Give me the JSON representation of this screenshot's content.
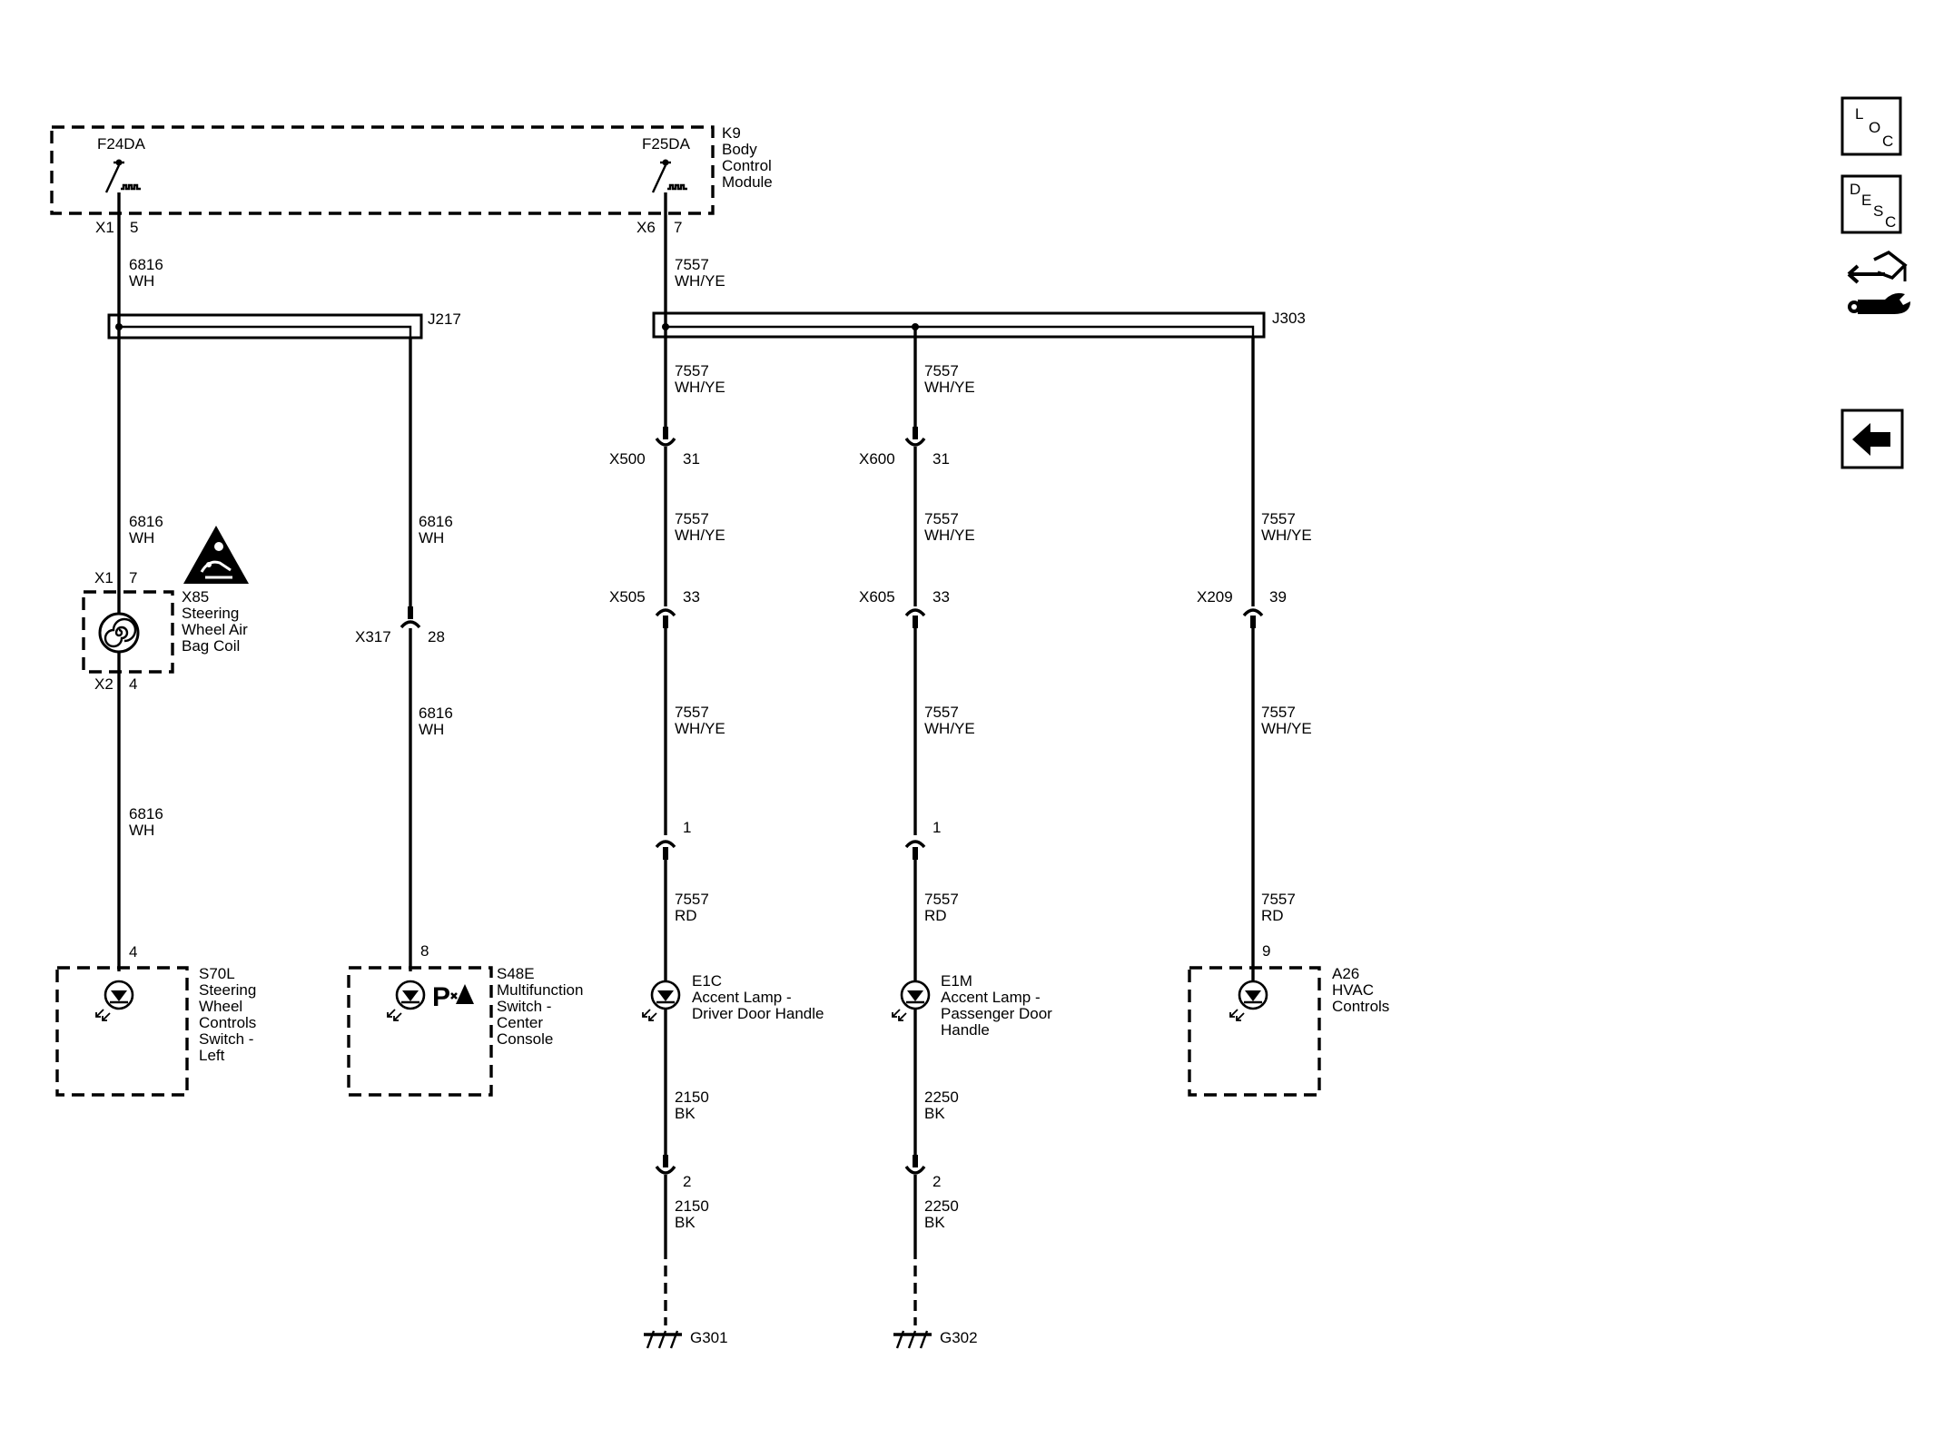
{
  "module": {
    "name": "K9",
    "desc": [
      "Body",
      "Control",
      "Module"
    ],
    "fuse1": "F24DA",
    "fuse2": "F25DA",
    "conn1": "X1",
    "pin1": "5",
    "conn2": "X6",
    "pin2": "7"
  },
  "wires": {
    "w6816": [
      "6816",
      "WH"
    ],
    "w7557": [
      "7557",
      "WH/YE"
    ],
    "w7557rd": [
      "7557",
      "RD"
    ],
    "w2150": [
      "2150",
      "BK"
    ],
    "w2250": [
      "2250",
      "BK"
    ]
  },
  "splices": {
    "j217": "J217",
    "j303": "J303"
  },
  "connectors": {
    "x500": {
      "name": "X500",
      "pin": "31"
    },
    "x600": {
      "name": "X600",
      "pin": "31"
    },
    "x505": {
      "name": "X505",
      "pin": "33"
    },
    "x605": {
      "name": "X605",
      "pin": "33"
    },
    "x209": {
      "name": "X209",
      "pin": "39"
    },
    "x317": {
      "name": "X317",
      "pin": "28"
    }
  },
  "airbag": {
    "name": "X85",
    "desc": [
      "Steering",
      "Wheel Air",
      "Bag Coil"
    ],
    "top_conn": "X1",
    "top_pin": "7",
    "bot_conn": "X2",
    "bot_pin": "4"
  },
  "components": {
    "s70l": {
      "pin": "4",
      "name": "S70L",
      "desc": [
        "Steering",
        "Wheel",
        "Controls",
        "Switch -",
        "Left"
      ]
    },
    "s48e": {
      "pin": "8",
      "name": "S48E",
      "desc": [
        "Multifunction",
        "Switch -",
        "Center",
        "Console"
      ],
      "glyph": "P"
    },
    "e1c": {
      "pin_top": "1",
      "pin_bot": "2",
      "name": "E1C",
      "desc": [
        "Accent Lamp -",
        "Driver Door Handle"
      ]
    },
    "e1m": {
      "pin_top": "1",
      "pin_bot": "2",
      "name": "E1M",
      "desc": [
        "Accent Lamp -",
        "Passenger Door",
        "Handle"
      ]
    },
    "a26": {
      "pin": "9",
      "name": "A26",
      "desc": [
        "HVAC",
        "Controls"
      ]
    }
  },
  "grounds": {
    "g301": "G301",
    "g302": "G302"
  },
  "nav": {
    "loc": [
      "L",
      "O",
      "C"
    ],
    "desc": [
      "D",
      "E",
      "S",
      "C"
    ]
  }
}
